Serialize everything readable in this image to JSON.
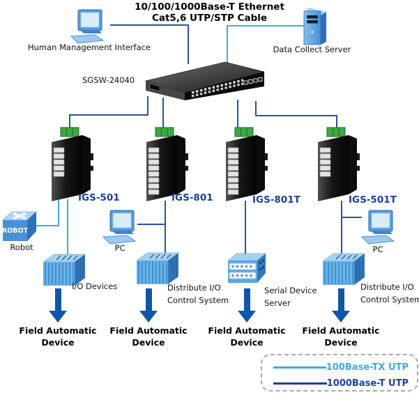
{
  "title": {
    "line1": "10/100/1000Base-T Ethernet",
    "line2": "Cat5,6 UTP/STP Cable"
  },
  "colors": {
    "fast_ethernet_link": "#3fa9e0",
    "gigabit_link": "#2e4fa6",
    "arrow": "#0d57a8",
    "igs_label": "#1e3f9b"
  },
  "devices": {
    "hmi": {
      "label": "Human Management Interface"
    },
    "server": {
      "label": "Data Collect Server"
    },
    "core_switch": {
      "label": "SGSW-24040"
    },
    "igs": [
      {
        "label": "IGS-501",
        "ports": 5
      },
      {
        "label": "IGS-801",
        "ports": 8
      },
      {
        "label": "IGS-801T",
        "ports": 8
      },
      {
        "label": "IGS-501T",
        "ports": 5
      }
    ],
    "robot": {
      "box_text": "ROBOT",
      "label": "Robot"
    },
    "pc_left": {
      "label": "PC"
    },
    "pc_right": {
      "label": "PC"
    },
    "io_devices": {
      "label": "I/O Devices"
    },
    "dio_left": {
      "line1": "Distribute I/O",
      "line2": "Control System"
    },
    "serial_server": {
      "line1": "Serial Device",
      "line2": "Server"
    },
    "dio_right": {
      "line1": "Distribute I/O",
      "line2": "Control System"
    },
    "field_device": {
      "line1": "Field Automatic",
      "line2": "Device"
    }
  },
  "legend": {
    "items": [
      {
        "label": "100Base-TX UTP",
        "color": "#3fa9e0"
      },
      {
        "label": "1000Base-T UTP",
        "color": "#1e3f9b"
      }
    ]
  }
}
